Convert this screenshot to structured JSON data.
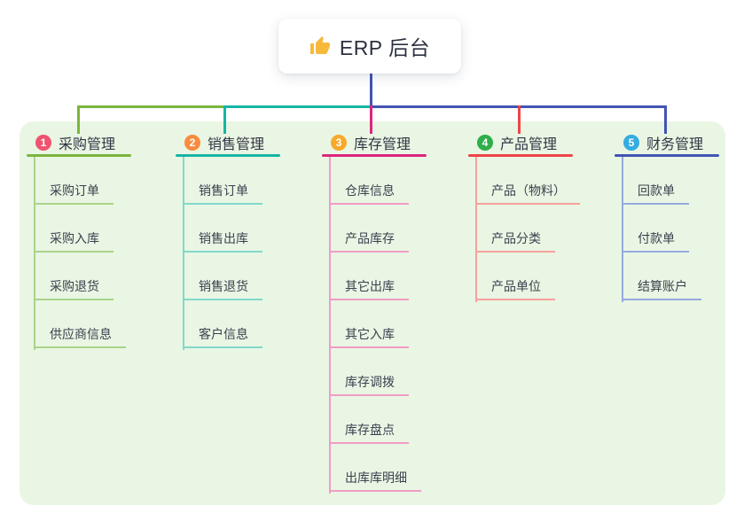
{
  "root": {
    "title": "ERP 后台",
    "icon": "thumbs-up-icon",
    "icon_color": "#f6b93b"
  },
  "colors": {
    "panel_bg": "#e9f6e3",
    "connector_blue": "#4254b4",
    "text_dark": "#2b313f"
  },
  "branches": [
    {
      "badge": "1",
      "badge_color": "#f0536f",
      "line_color": "#7cb53e",
      "child_line_color": "#a9d489",
      "label": "采购管理",
      "children": [
        "采购订单",
        "采购入库",
        "采购退货",
        "供应商信息"
      ]
    },
    {
      "badge": "2",
      "badge_color": "#f78c3e",
      "line_color": "#16b5a4",
      "child_line_color": "#83d8cc",
      "label": "销售管理",
      "children": [
        "销售订单",
        "销售出库",
        "销售退货",
        "客户信息"
      ]
    },
    {
      "badge": "3",
      "badge_color": "#f8a92b",
      "line_color": "#dc2680",
      "child_line_color": "#f19cc5",
      "label": "库存管理",
      "children": [
        "仓库信息",
        "产品库存",
        "其它出库",
        "其它入库",
        "库存调拨",
        "库存盘点",
        "出库库明细"
      ]
    },
    {
      "badge": "4",
      "badge_color": "#2fae4b",
      "line_color": "#ef4448",
      "child_line_color": "#f7a19c",
      "label": "产品管理",
      "children": [
        "产品（物料）",
        "产品分类",
        "产品单位"
      ]
    },
    {
      "badge": "5",
      "badge_color": "#34ace2",
      "line_color": "#4254b4",
      "child_line_color": "#96aadf",
      "label": "财务管理",
      "children": [
        "回款单",
        "付款单",
        "结算账户"
      ]
    }
  ]
}
